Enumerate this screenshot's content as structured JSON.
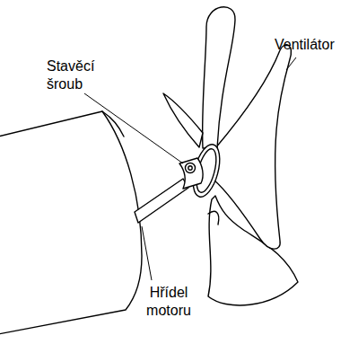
{
  "diagram": {
    "labels": [
      "Stavěcí šroub",
      "Ventilátor",
      "Hřídel motoru"
    ]
  }
}
